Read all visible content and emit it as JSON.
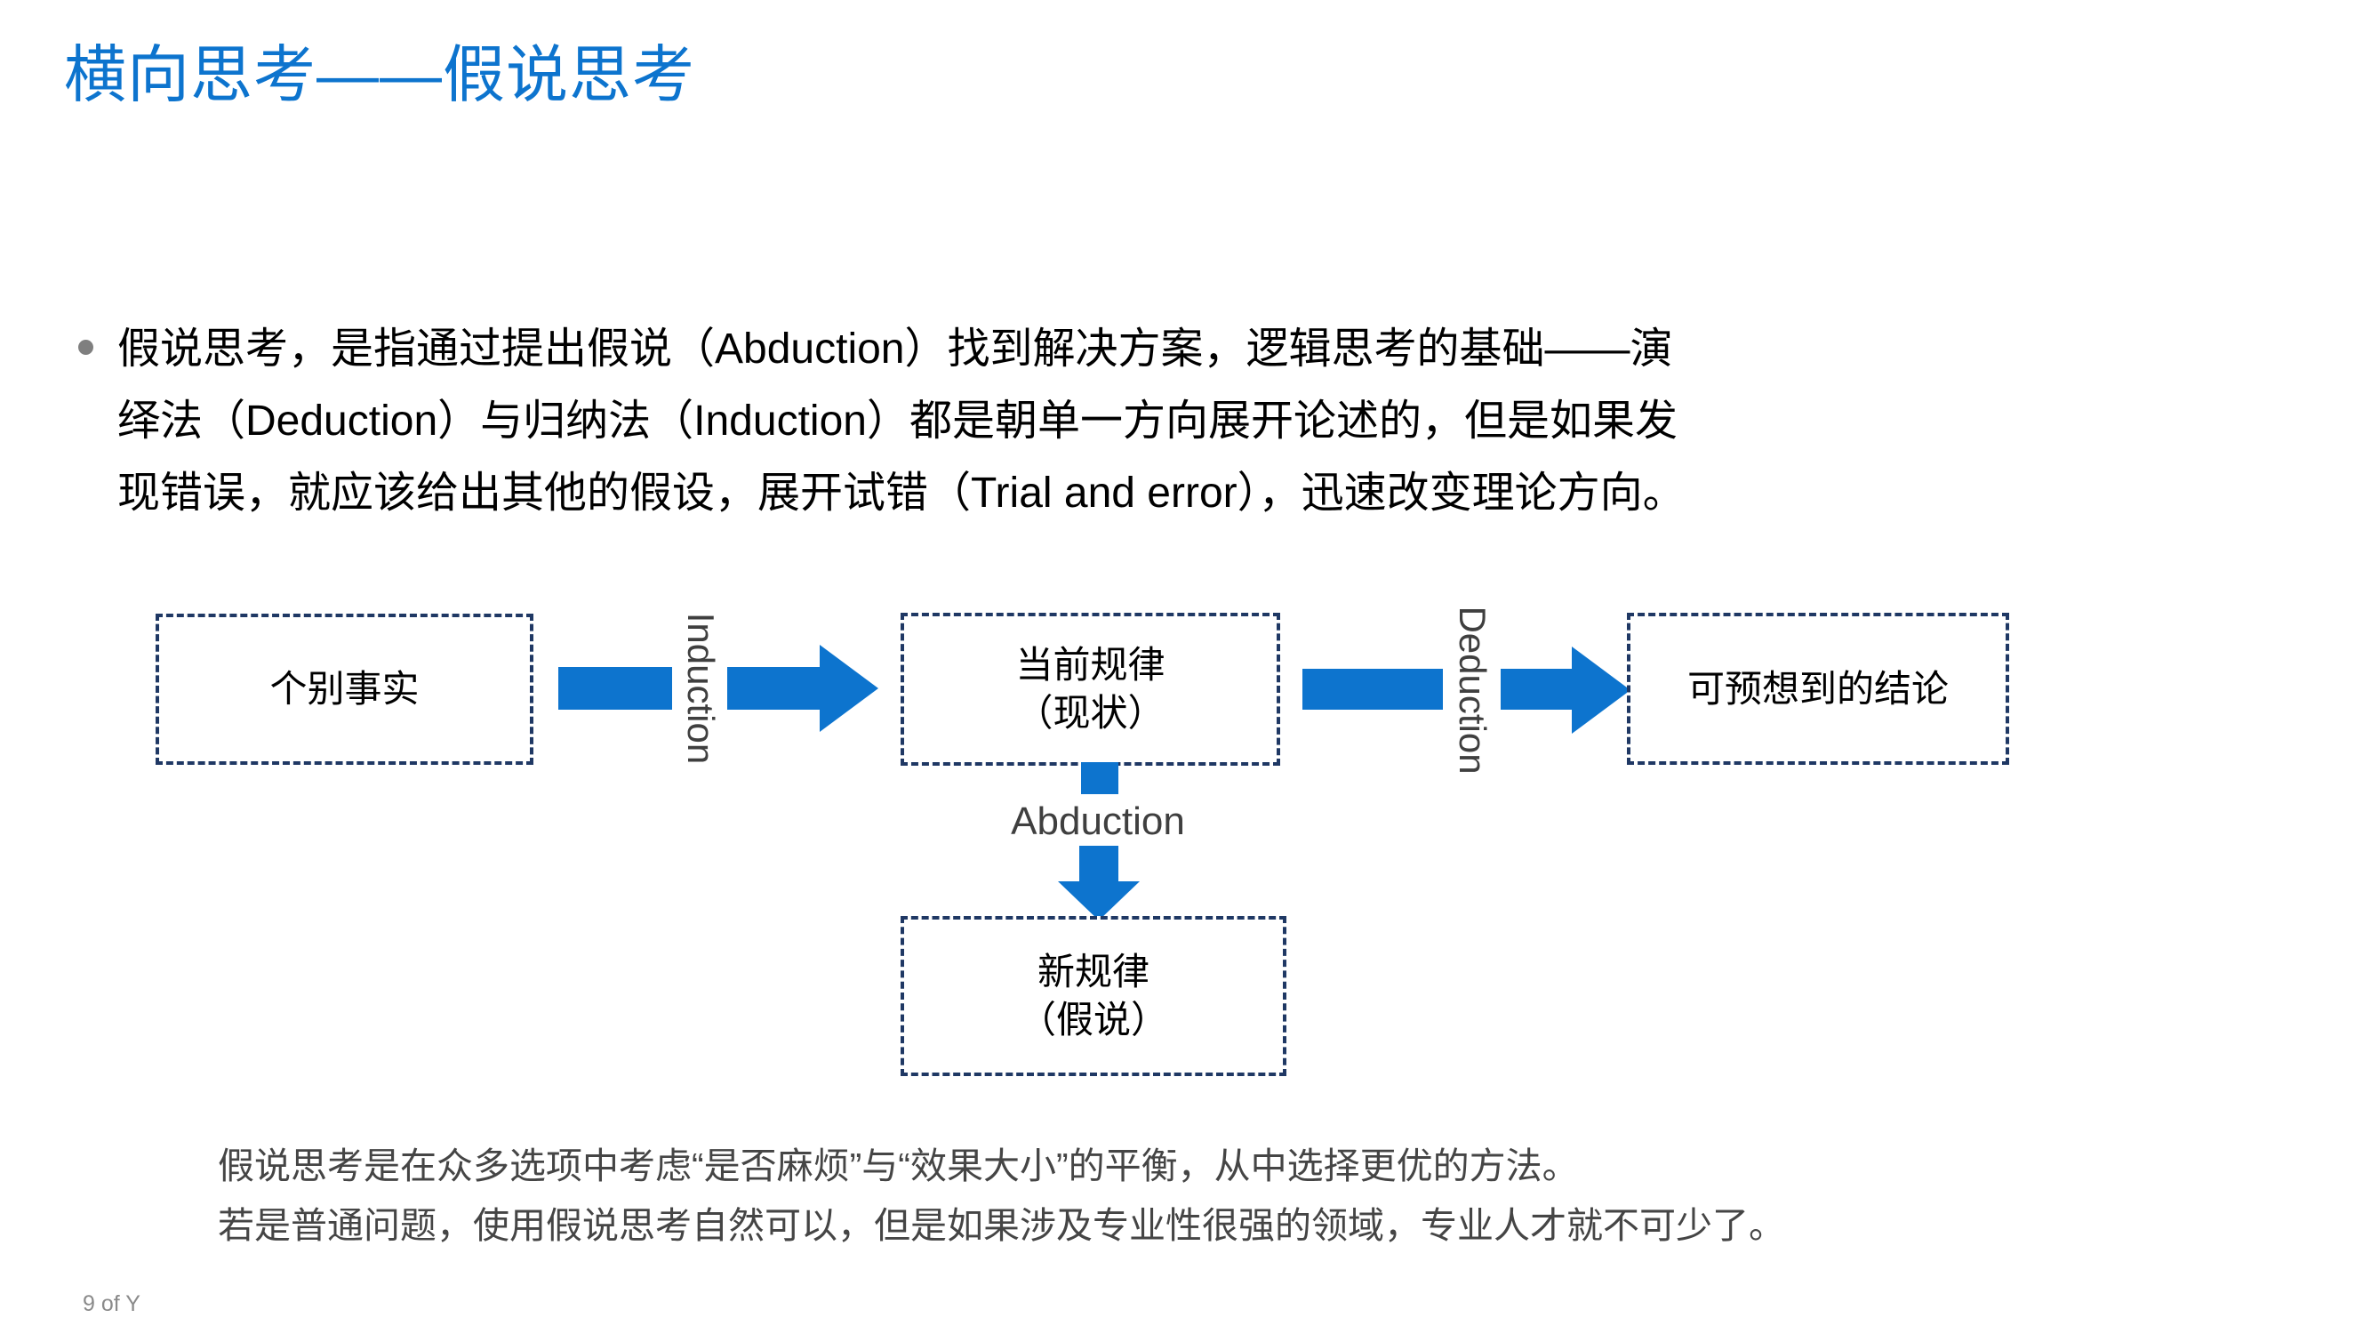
{
  "slide": {
    "title": "横向思考——假说思考",
    "paragraph": {
      "lines": [
        "假说思考，是指通过提出假说（Abduction）找到解决方案，逻辑思考的基础——演",
        "绎法（Deduction）与归纳法（Induction）都是朝单一方向展开论述的，但是如果发",
        "现错误，就应该给出其他的假设，展开试错（Trial and error），迅速改变理论方向。"
      ]
    },
    "diagram": {
      "boxes": {
        "facts": "个别事实",
        "current_rule_line1": "当前规律",
        "current_rule_line2": "（现状）",
        "conclusion": "可预想到的结论",
        "new_rule_line1": "新规律",
        "new_rule_line2": "（假说）"
      },
      "labels": {
        "induction": "Induction",
        "deduction": "Deduction",
        "abduction": "Abduction"
      }
    },
    "note": {
      "lines": [
        "假说思考是在众多选项中考虑“是否麻烦”与“效果大小”的平衡，从中选择更优的方法。",
        "若是普通问题，使用假说思考自然可以，但是如果涉及专业性很强的领域，专业人才就不可少了。"
      ]
    },
    "footer": "9 of Y",
    "colors": {
      "accent_blue": "#0d74ce",
      "box_border_navy": "#1f3864",
      "label_gray": "#3f3f3f",
      "footer_gray": "#8a8a8a"
    }
  }
}
